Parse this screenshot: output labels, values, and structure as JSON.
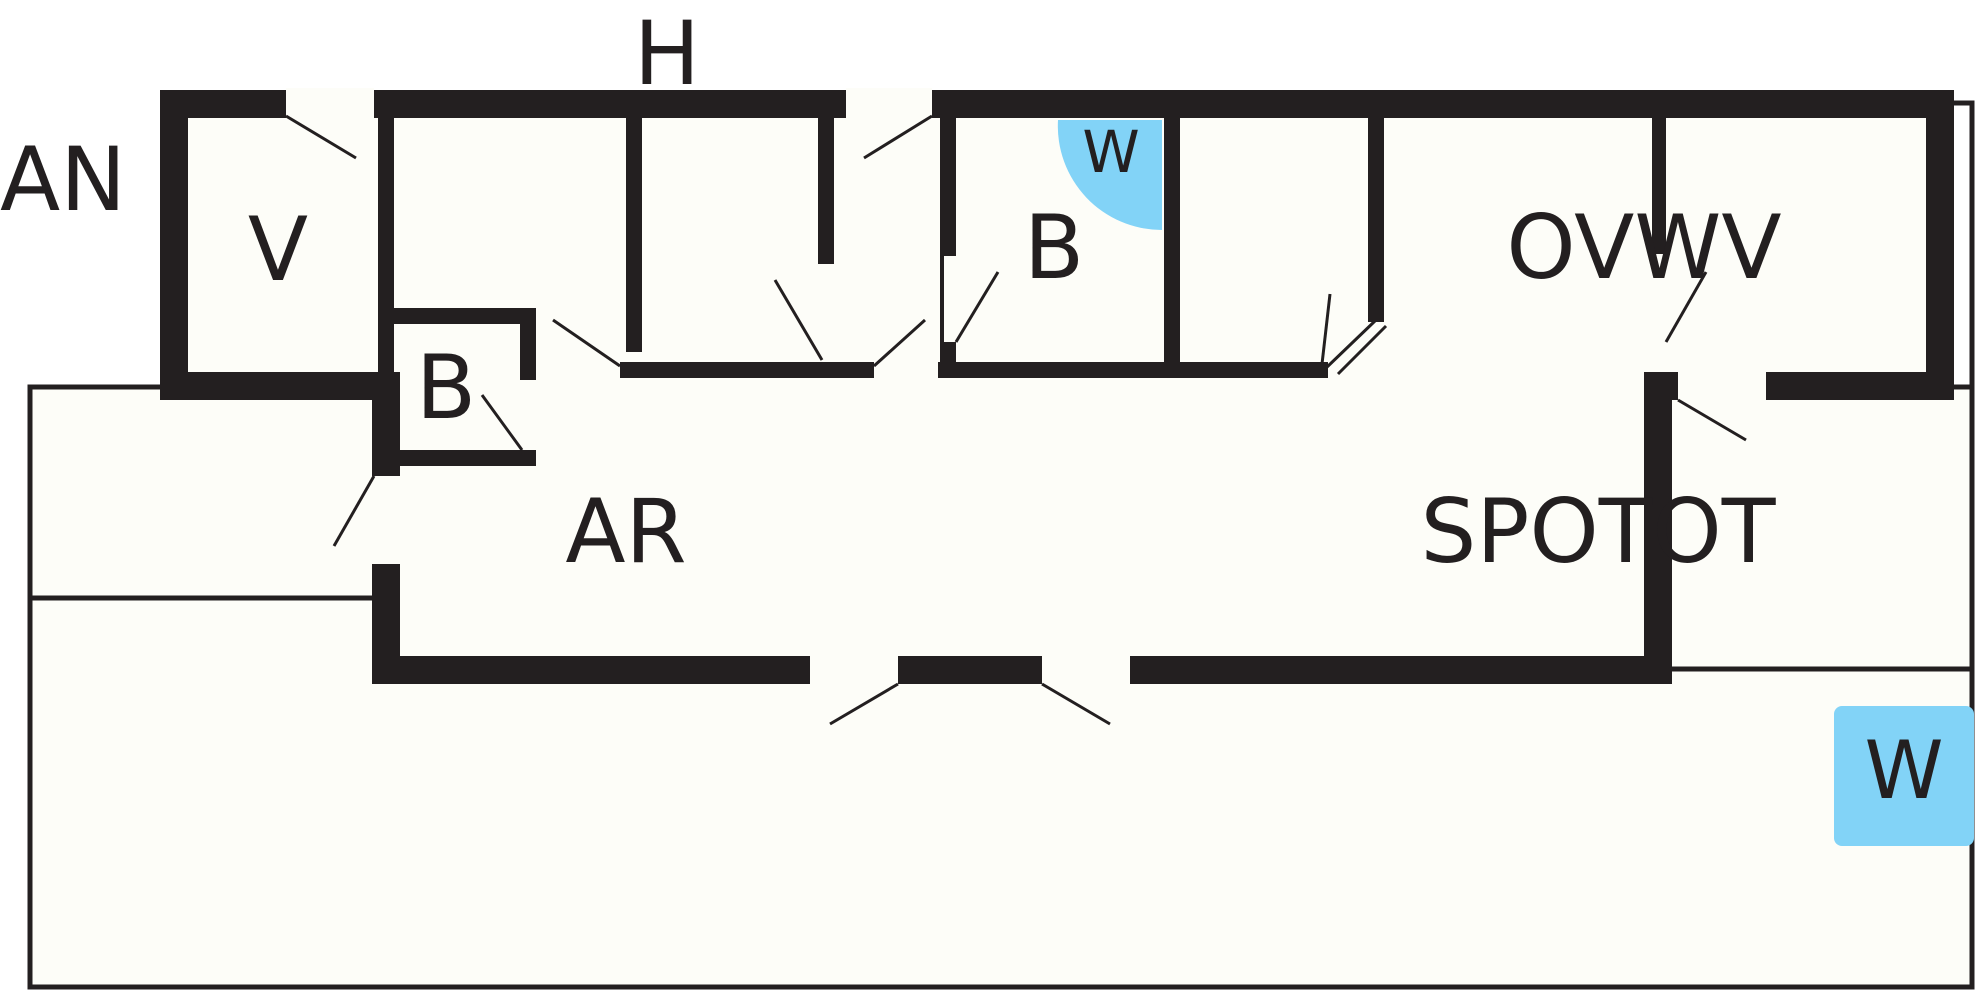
{
  "colors": {
    "wall": "#231f20",
    "floor": "#fdfdf8",
    "water_fixture": "#82d3f7",
    "background": "#ffffff"
  },
  "labels": {
    "top_h": "H",
    "left_an": "AN",
    "room_v": "V",
    "room_b_small": "B",
    "room_b_upper": "B",
    "room_w_upper": "W",
    "room_ovwv": "OVWV",
    "room_ar": "AR",
    "room_spotot": "SPOTOT",
    "room_w_lower": "W"
  }
}
